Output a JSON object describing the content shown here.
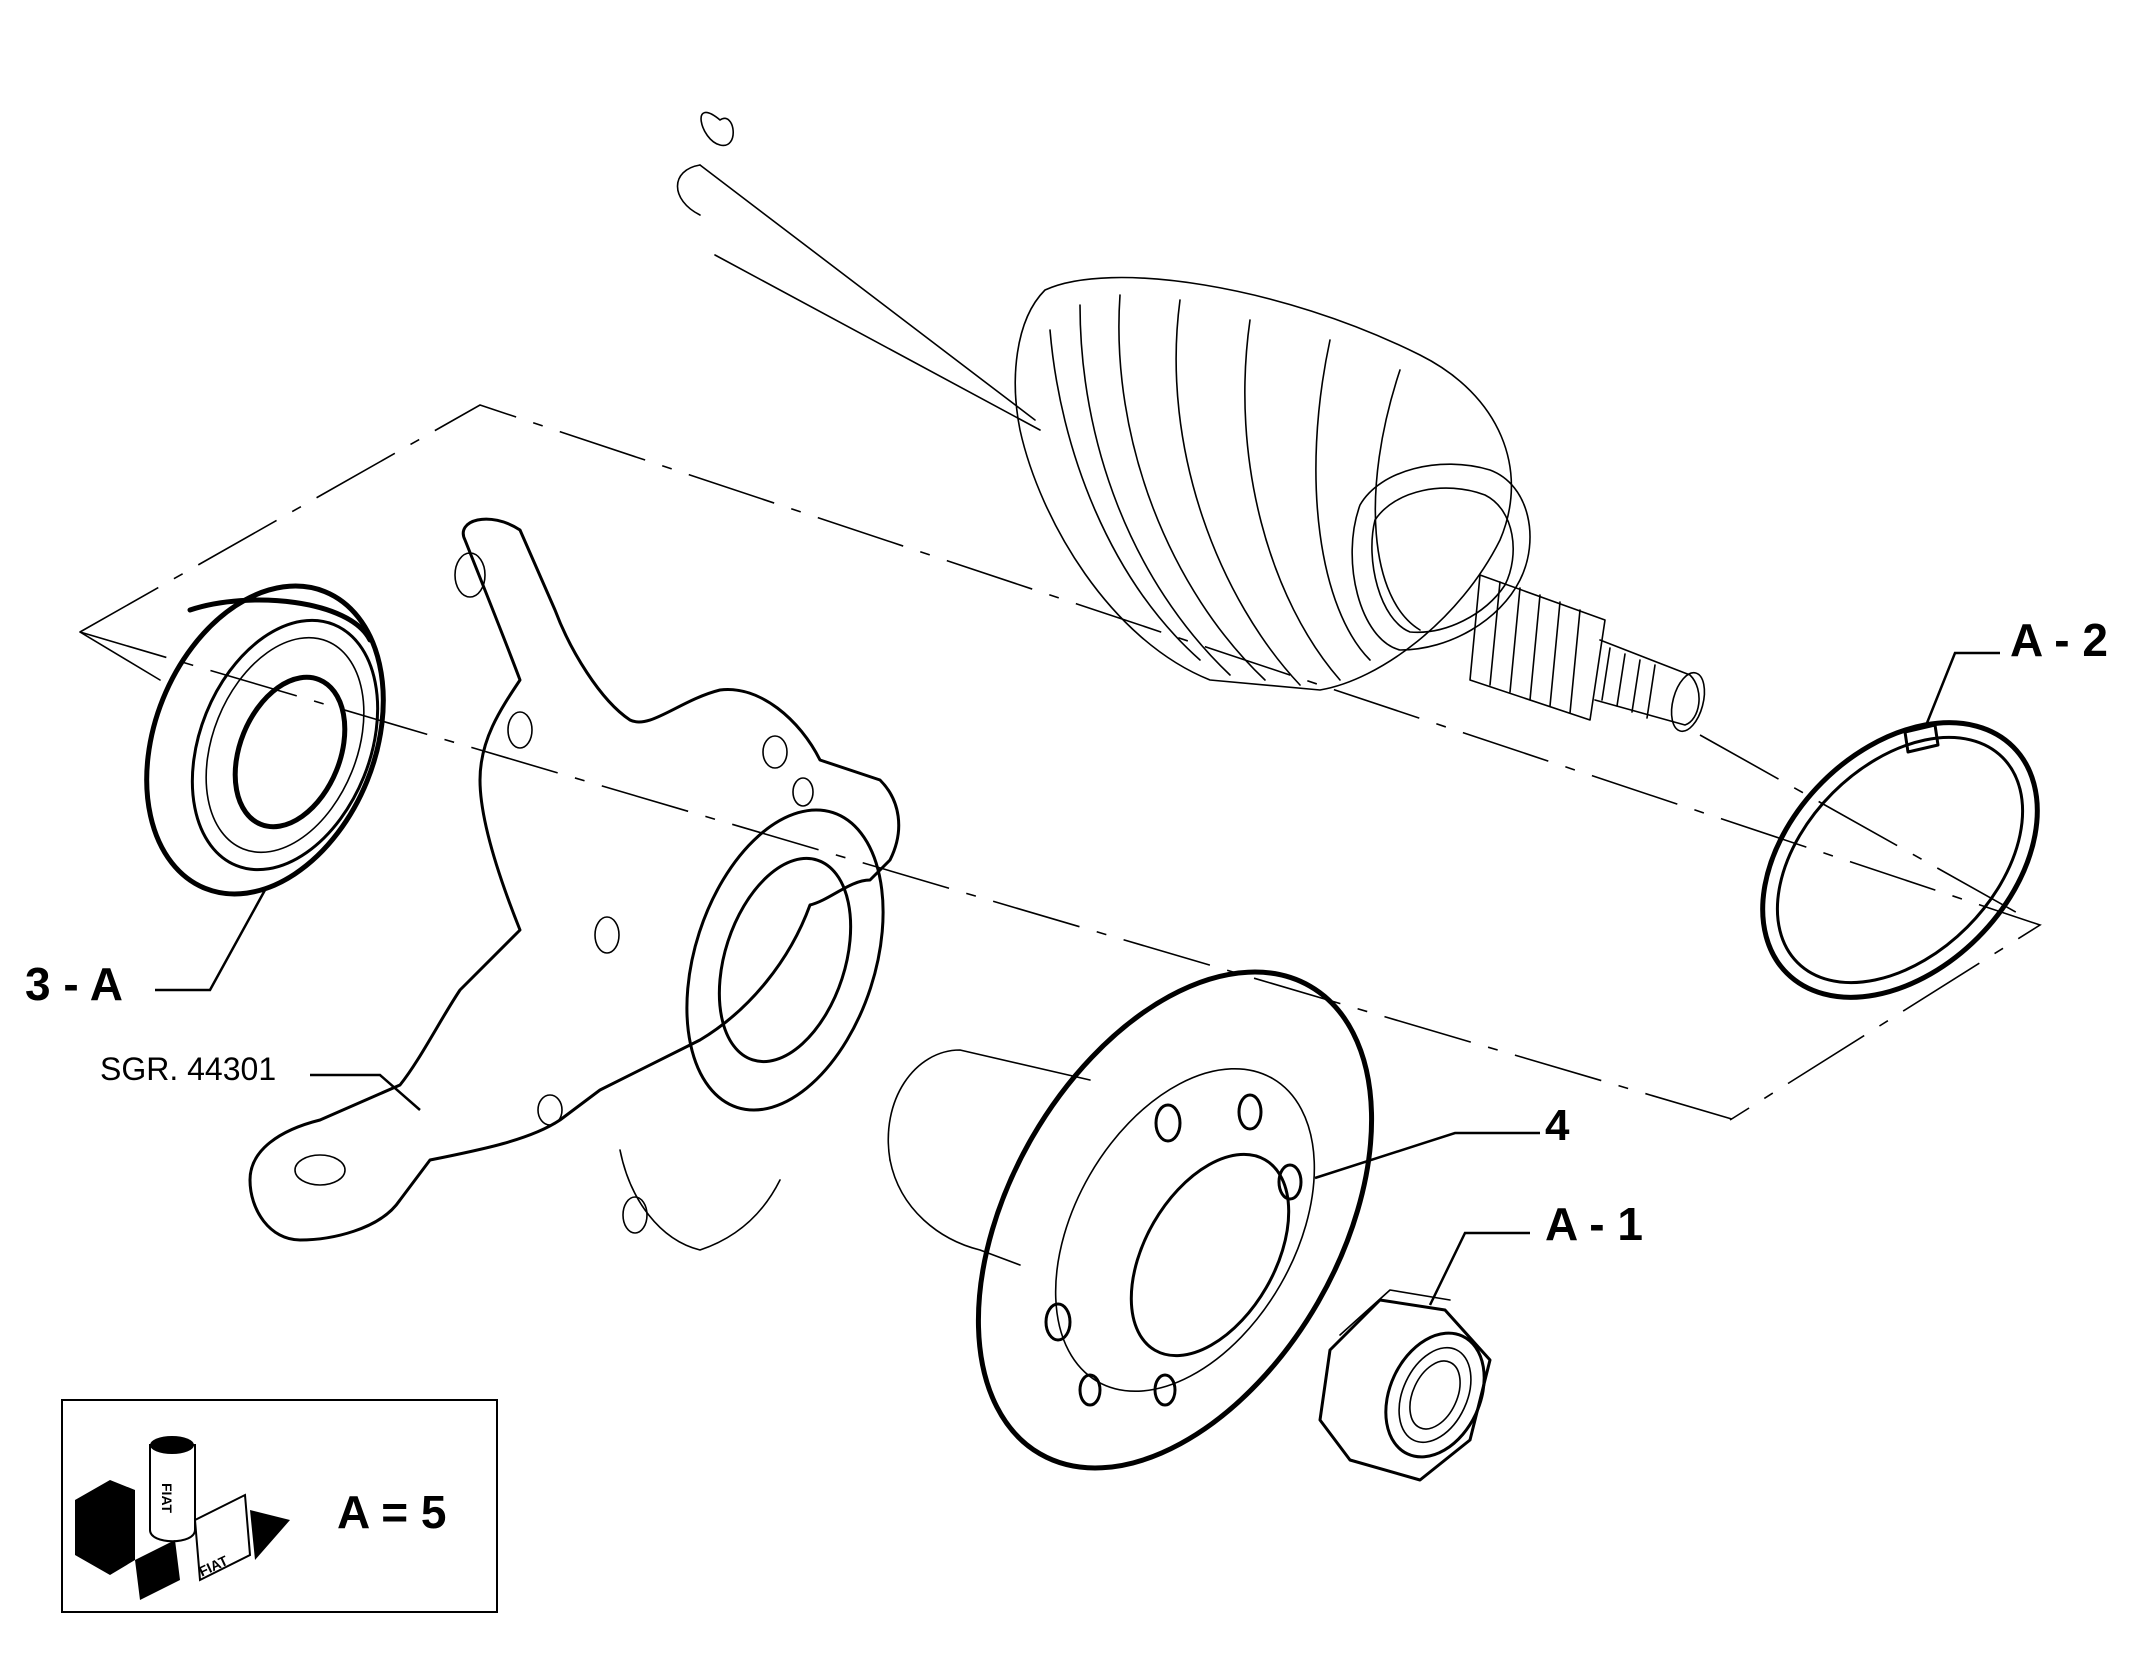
{
  "labels": {
    "bearing": "3 - A",
    "knuckle_ref": "SGR. 44301",
    "hub": "4",
    "nut": "A - 1",
    "snap_ring": "A - 2"
  },
  "legend": {
    "value": "A = 5",
    "logo_text": "FIAT"
  }
}
